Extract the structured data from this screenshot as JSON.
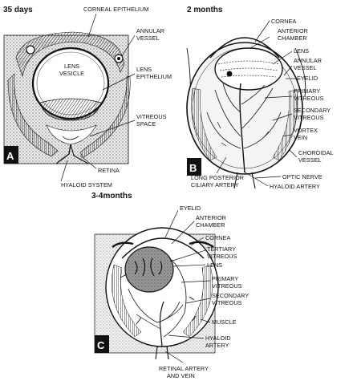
{
  "panels": [
    {
      "letter": "A",
      "title": "35 days",
      "labels": [
        "CORNEAL EPITHELIUM",
        "ANNULAR",
        "VESSEL",
        "LENS",
        "VESICLE",
        "LENS",
        "EPITHELIUM",
        "VITREOUS",
        "SPACE",
        "RETINA",
        "HYALOID SYSTEM"
      ]
    },
    {
      "letter": "B",
      "title": "2 months",
      "labels": [
        "CORNEA",
        "ANTERIOR",
        "CHAMBER",
        "LENS",
        "ANNULAR",
        "VESSEL",
        "EYELID",
        "PRIMARY",
        "VITREOUS",
        "SECONDARY",
        "VITREOUS",
        "VORTEX",
        "VEIN",
        "CHOROIDAL",
        "VESSEL",
        "LONG POSTERIOR",
        "CILIARY ARTERY",
        "OPTIC NERVE",
        "HYALOID ARTERY"
      ]
    },
    {
      "letter": "C",
      "title": "3-4months",
      "labels": [
        "EYELID",
        "ANTERIOR",
        "CHAMBER",
        "CORNEA",
        "TERTIARY",
        "VITREOUS",
        "LENS",
        "PRIMARY",
        "VITREOUS",
        "SECONDARY",
        "VITREOUS",
        "MUSCLE",
        "HYALOID",
        "ARTERY",
        "RETINAL ARTERY",
        "AND VEIN"
      ]
    }
  ],
  "colors": {
    "ink": "#111111",
    "paper": "#ffffff"
  }
}
